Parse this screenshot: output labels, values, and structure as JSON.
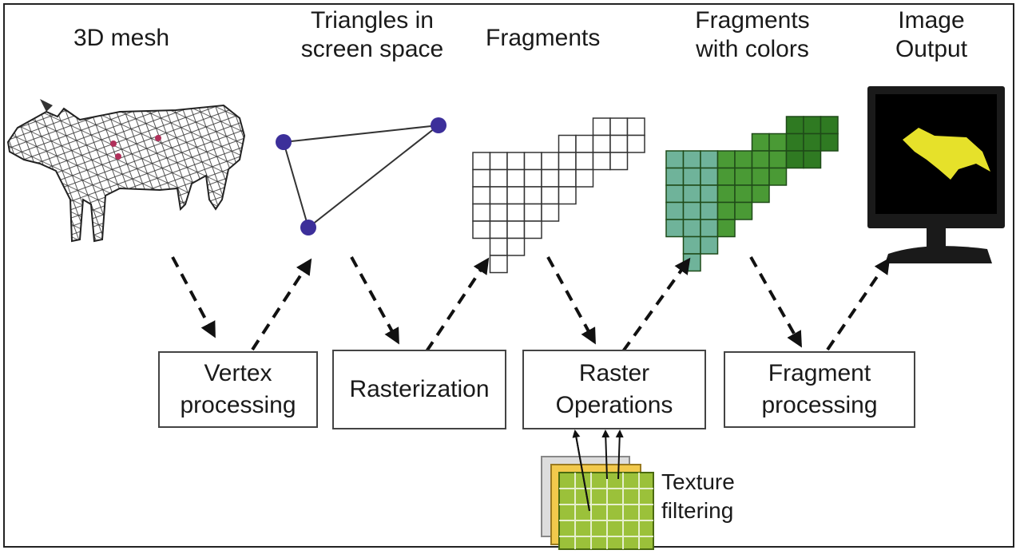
{
  "stages": {
    "mesh": "3D mesh",
    "triangles_l1": "Triangles in",
    "triangles_l2": "screen space",
    "fragments": "Fragments",
    "frag_colors_l1": "Fragments",
    "frag_colors_l2": "with colors",
    "image_l1": "Image",
    "image_l2": "Output"
  },
  "processes": {
    "vertex_l1": "Vertex",
    "vertex_l2": "processing",
    "raster": "Rasterization",
    "rop_l1": "Raster",
    "rop_l2": "Operations",
    "fragproc_l1": "Fragment",
    "fragproc_l2": "processing"
  },
  "texture": {
    "l1": "Texture",
    "l2": "filtering"
  },
  "colors": {
    "vertex_dot": "#3c2f9a",
    "fragment_teal": "#6fb39a",
    "fragment_green": "#4a9a35",
    "fragment_dark_green": "#2f7a22",
    "texture_green": "#9bc13a",
    "texture_yellow": "#f2c94c",
    "monitor_screen": "#000000",
    "cow_yellow": "#e6e12a"
  }
}
